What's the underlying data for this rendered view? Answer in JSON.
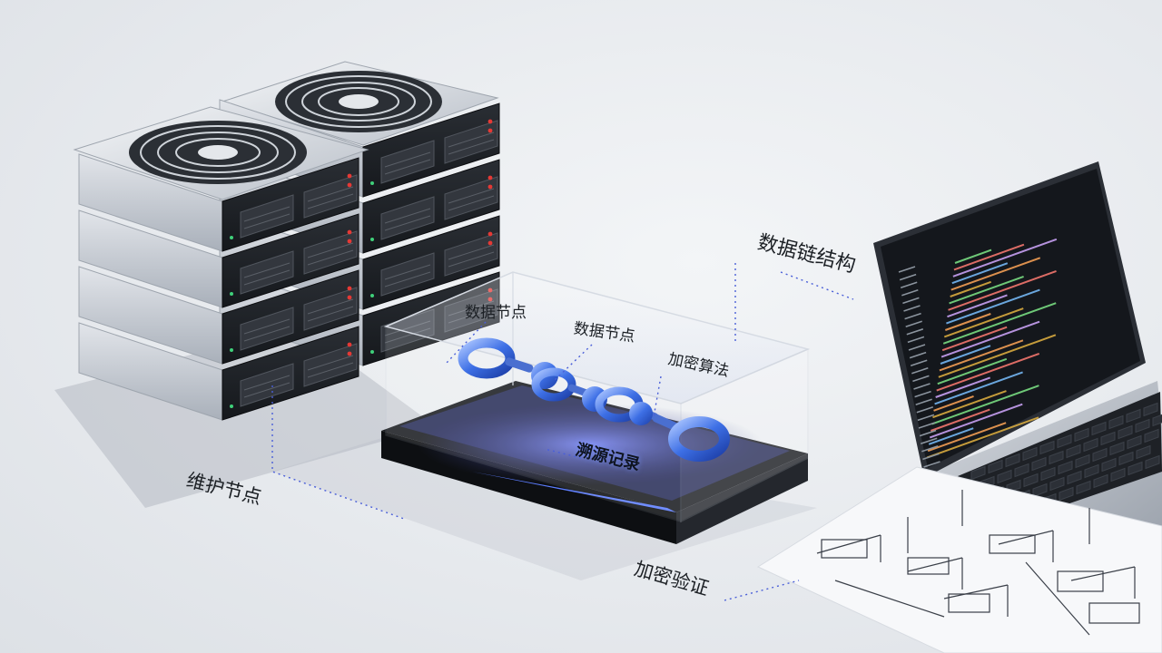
{
  "labels": {
    "maintenance_nodes": "维护节点",
    "data_node_1": "数据节点",
    "data_node_2": "数据节点",
    "encryption_algorithm": "加密算法",
    "trace_record": "溯源记录",
    "data_chain_structure": "数据链结构",
    "encryption_verification": "加密验证"
  },
  "colors": {
    "background": "#e6e9ed",
    "chain_blue": "#3f6fe0",
    "server_silver": "#c9ced6",
    "server_face": "#1d2024",
    "led_red": "#e53935",
    "code_bg": "#14171c"
  },
  "icons": [
    "server-fan-icon",
    "drive-bay-icon",
    "chain-link-icon",
    "laptop-icon",
    "blueprint-diagram"
  ]
}
